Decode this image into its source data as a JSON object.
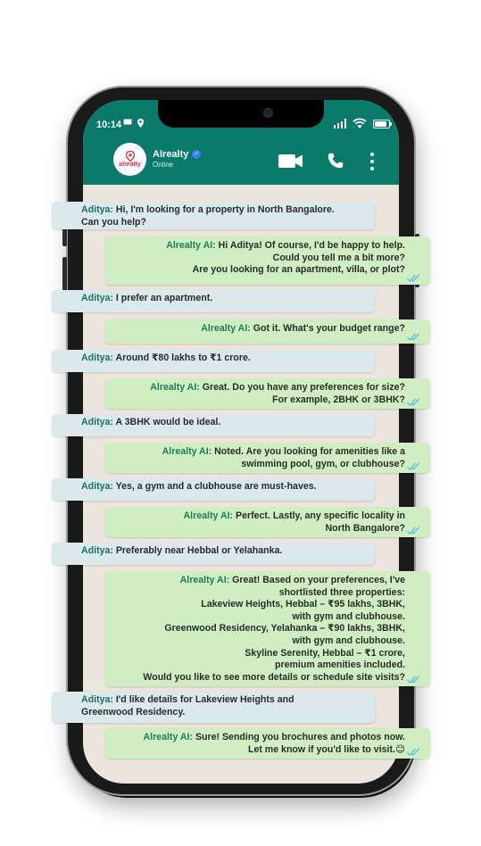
{
  "status_bar": {
    "time": "10:14"
  },
  "header": {
    "avatar_text": "alrealty",
    "contact_name": "Alrealty",
    "contact_status": "Online",
    "icons": [
      "video-call-icon",
      "phone-call-icon",
      "more-menu-icon",
      "verified-badge-icon"
    ],
    "accent_color": "#0a7a6a"
  },
  "colors": {
    "user_bubble": "#dbe8ec",
    "ai_bubble": "#cfefc2",
    "ai_speaker": "#1e7d5c",
    "read_ticks": "#53bdeb"
  },
  "messages": [
    {
      "from": "user",
      "speaker": "Aditya:",
      "lines": [
        " Hi, I'm looking for a property in North Bangalore.",
        "Can you help?"
      ]
    },
    {
      "from": "ai",
      "speaker": "Alrealty AI:",
      "lines": [
        " Hi Aditya! Of course, I'd be happy to help.",
        "Could you tell me a bit more?",
        "Are you looking for an apartment, villa, or plot?"
      ]
    },
    {
      "from": "user",
      "speaker": "Aditya:",
      "lines": [
        " I prefer an apartment."
      ]
    },
    {
      "from": "ai",
      "speaker": "Alrealty AI:",
      "lines": [
        " Got it. What's your budget range?"
      ]
    },
    {
      "from": "user",
      "speaker": "Aditya:",
      "lines": [
        " Around ₹80 lakhs to ₹1 crore."
      ]
    },
    {
      "from": "ai",
      "speaker": "Alrealty AI:",
      "lines": [
        " Great. Do you have any preferences for size?",
        "For example, 2BHK or 3BHK?"
      ]
    },
    {
      "from": "user",
      "speaker": "Aditya:",
      "lines": [
        " A 3BHK would be ideal."
      ]
    },
    {
      "from": "ai",
      "speaker": "Alrealty AI:",
      "lines": [
        "  Noted. Are you looking for amenities like a",
        "swimming pool, gym, or clubhouse?"
      ]
    },
    {
      "from": "user",
      "speaker": "Aditya:",
      "lines": [
        "  Yes, a gym and a clubhouse are must-haves."
      ]
    },
    {
      "from": "ai",
      "speaker": "Alrealty AI:",
      "lines": [
        "  Perfect. Lastly, any specific locality in",
        "North Bangalore?"
      ]
    },
    {
      "from": "user",
      "speaker": "Aditya:",
      "lines": [
        "  Preferably near Hebbal or Yelahanka."
      ]
    },
    {
      "from": "ai",
      "speaker": "Alrealty AI:",
      "lines": [
        "   Great! Based on your preferences, I've",
        "shortlisted three properties:",
        "Lakeview Heights, Hebbal – ₹95 lakhs, 3BHK,",
        "with gym and clubhouse.",
        "Greenwood Residency, Yelahanka – ₹90 lakhs, 3BHK,",
        "with gym and clubhouse.",
        "Skyline Serenity, Hebbal – ₹1 crore,",
        "premium amenities included.",
        "Would you like to see more details or schedule site visits?"
      ]
    },
    {
      "from": "user",
      "speaker": "Aditya:",
      "lines": [
        "   I'd like details for Lakeview Heights and",
        "Greenwood Residency."
      ]
    },
    {
      "from": "ai",
      "speaker": "Alrealty AI:",
      "lines": [
        " Sure! Sending you brochures and photos now.",
        "Let me know if you'd like to visit.😊"
      ]
    }
  ]
}
